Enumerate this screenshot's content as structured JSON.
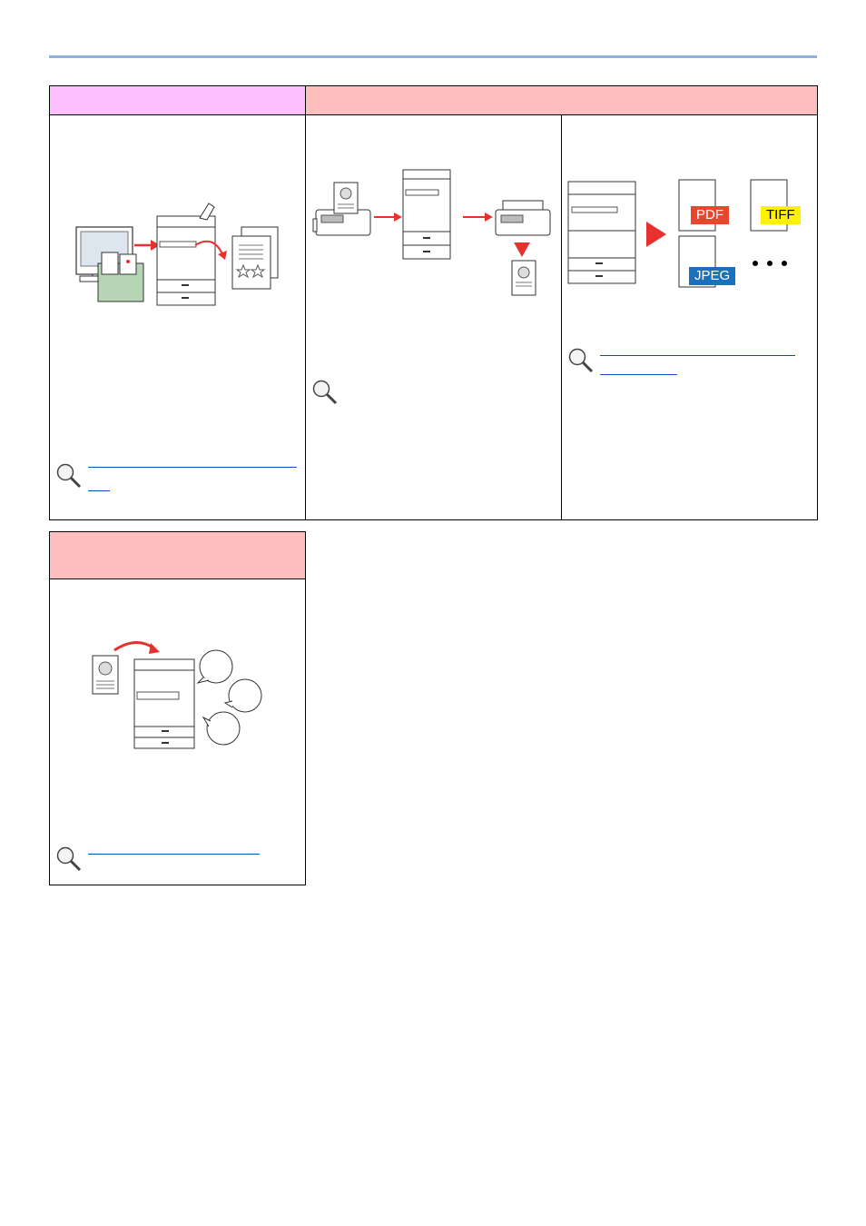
{
  "colors": {
    "rule": "#8fb0e6",
    "header_pink": "#fdbfff",
    "header_red": "#ffbfbf",
    "arrow_red": "#e8312f",
    "link_blue": "#0b4cc0",
    "pdf": "#e8472e",
    "tiff": "#fff200",
    "jpeg": "#1a6fbf",
    "box_green": "#b5d5b5"
  },
  "icons": {
    "reference": "magnifier-icon",
    "print": "computer-printer-illustration",
    "fax": "fax-forward-illustration",
    "scan": "scan-format-illustration",
    "voice": "voice-guidance-illustration"
  },
  "scan_panel": {
    "formats": [
      "PDF",
      "TIFF",
      "JPEG"
    ]
  }
}
